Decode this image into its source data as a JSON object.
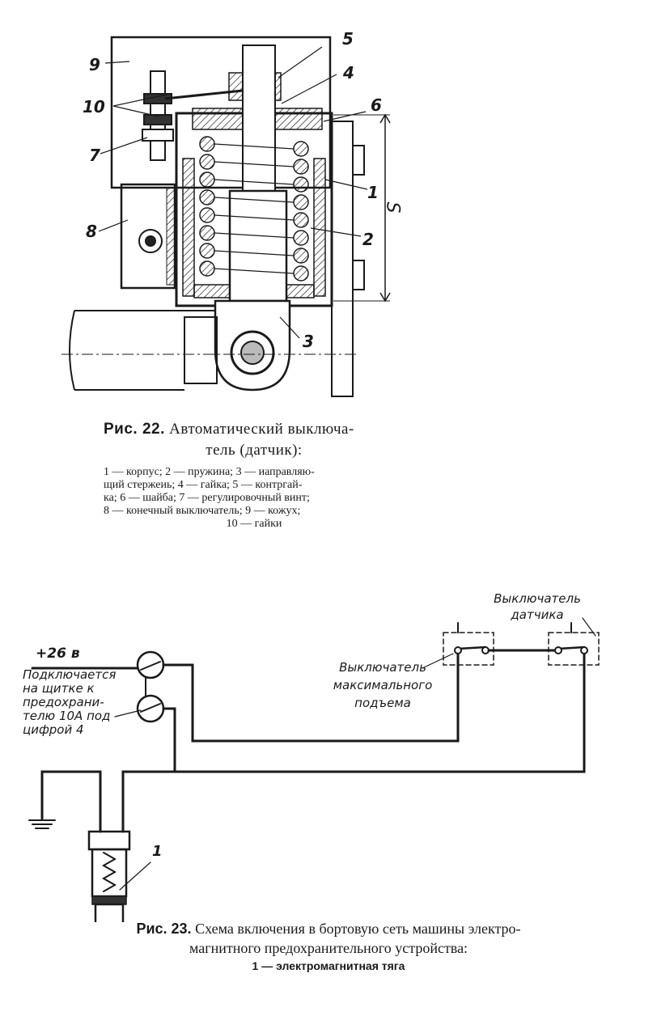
{
  "fig22": {
    "callouts": {
      "c1": "1",
      "c2": "2",
      "c3": "3",
      "c4": "4",
      "c5": "5",
      "c6": "6",
      "c7": "7",
      "c8": "8",
      "c9": "9",
      "c10": "10",
      "dim_s": "S"
    },
    "caption_label": "Рис. 22.",
    "caption_title_line1": "Автоматический выключа-",
    "caption_title_line2": "тель (датчик):",
    "legend_line1": "1 — корпус; 2 — пружина; 3 — иаправляю-",
    "legend_line2": "щий стержеиь; 4 — гайка; 5 — контргай-",
    "legend_line3": "ка; 6 — шайба; 7 — регулировочный винт;",
    "legend_line4": "8 — конечный выключатель; 9 — кожух;",
    "legend_line5": "10 — гайки"
  },
  "fig23": {
    "voltage": "+26 в",
    "connect_note": [
      "Подключается",
      "на щитке к",
      "предохрани-",
      "телю 10А под",
      "цифрой 4"
    ],
    "max_lift_switch": [
      "Выключатель",
      "максимального",
      "подъема"
    ],
    "sensor_switch": [
      "Выключатель",
      "датчика"
    ],
    "part_1": "1",
    "caption_label": "Рис. 23.",
    "caption_line1": "Схема включения в бортовую сеть машины электро-",
    "caption_line2": "магнитного предохранительного устройства:",
    "legend": "1 — электромагнитная тяга"
  }
}
